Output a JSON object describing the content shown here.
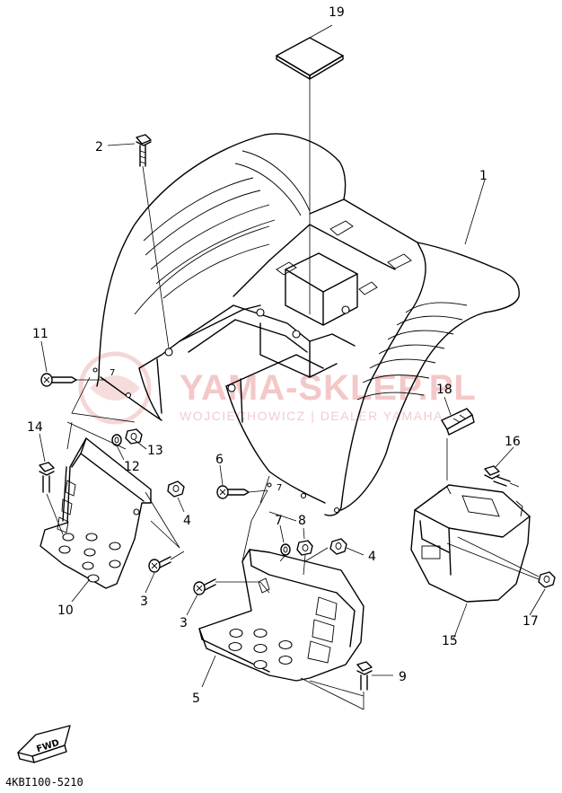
{
  "diagram_code": "4KBI100-5210",
  "fwd_label": "FWD",
  "watermark": {
    "title": "YAMA-SKLEP.PL",
    "subtitle": "WOJCIECHOWICZ | DEALER YAMAHA"
  },
  "small_marks": {
    "left_bolt_mark": "7",
    "center_bolt_mark": "7"
  },
  "callouts": [
    {
      "id": "c1",
      "number": "1"
    },
    {
      "id": "c2",
      "number": "2"
    },
    {
      "id": "c3a",
      "number": "3"
    },
    {
      "id": "c3b",
      "number": "3"
    },
    {
      "id": "c4a",
      "number": "4"
    },
    {
      "id": "c4b",
      "number": "4"
    },
    {
      "id": "c5",
      "number": "5"
    },
    {
      "id": "c6",
      "number": "6"
    },
    {
      "id": "c7",
      "number": "7"
    },
    {
      "id": "c8",
      "number": "8"
    },
    {
      "id": "c9",
      "number": "9"
    },
    {
      "id": "c10",
      "number": "10"
    },
    {
      "id": "c11",
      "number": "11"
    },
    {
      "id": "c12",
      "number": "12"
    },
    {
      "id": "c13",
      "number": "13"
    },
    {
      "id": "c14",
      "number": "14"
    },
    {
      "id": "c15",
      "number": "15"
    },
    {
      "id": "c16",
      "number": "16"
    },
    {
      "id": "c17",
      "number": "17"
    },
    {
      "id": "c18",
      "number": "18"
    },
    {
      "id": "c19",
      "number": "19"
    }
  ],
  "colors": {
    "line": "#000000",
    "watermark": "#f3c8c8"
  }
}
